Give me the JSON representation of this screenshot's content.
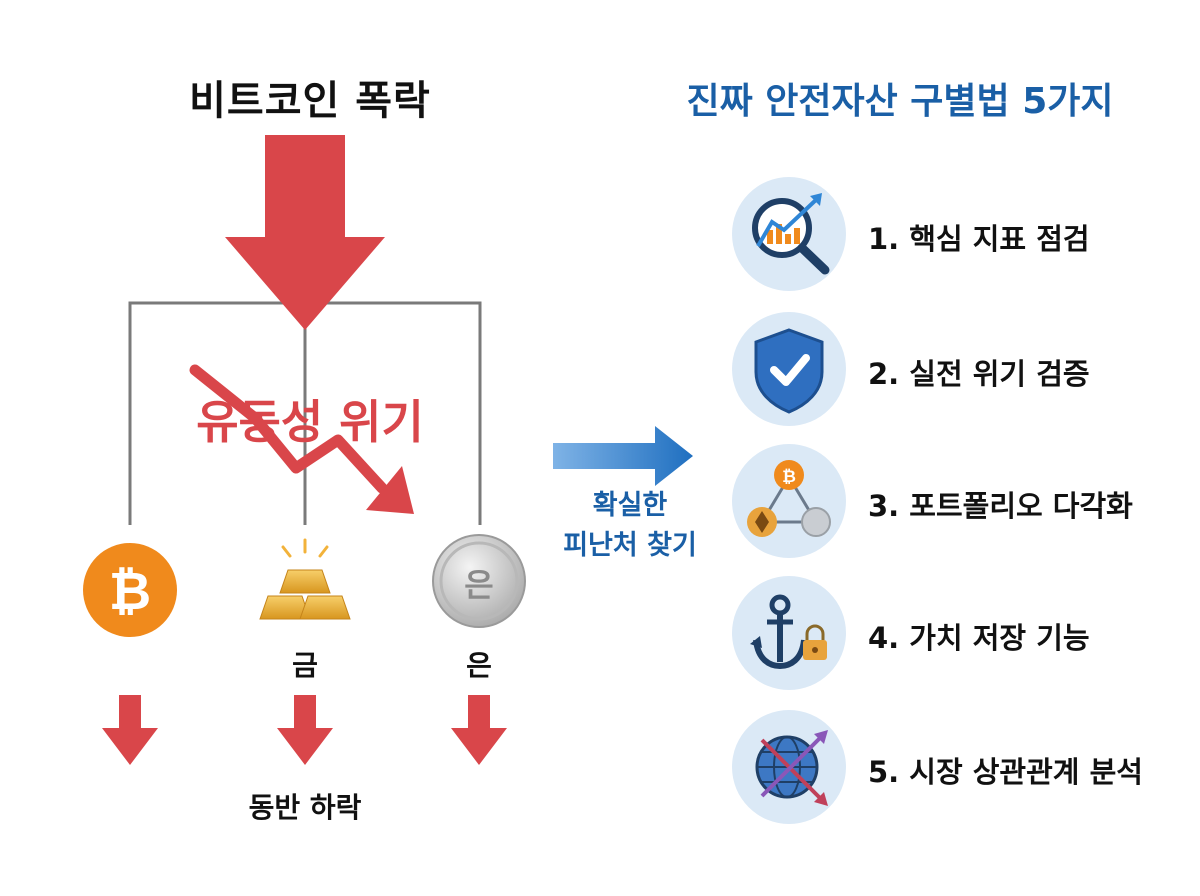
{
  "left": {
    "title": "비트코인 폭락",
    "crisis_text": "유동성 위기",
    "assets": [
      {
        "name": "bitcoin",
        "label": ""
      },
      {
        "name": "gold",
        "label": "금"
      },
      {
        "name": "silver",
        "label": "은",
        "coin_text": "은"
      }
    ],
    "fall_label": "동반 하락"
  },
  "middle": {
    "cta_line1": "확실한",
    "cta_line2": "피난처 찾기"
  },
  "right": {
    "title": "진짜 안전자산 구별법 5가지",
    "items": [
      {
        "label": "1. 핵심 지표 점검",
        "icon": "magnifier-chart-icon"
      },
      {
        "label": "2. 실전 위기 검증",
        "icon": "shield-check-icon"
      },
      {
        "label": "3. 포트폴리오 다각화",
        "icon": "portfolio-network-icon"
      },
      {
        "label": "4. 가치 저장 기능",
        "icon": "anchor-lock-icon"
      },
      {
        "label": "5. 시장 상관관계 분석",
        "icon": "globe-crossing-arrows-icon"
      }
    ]
  },
  "colors": {
    "red": "#d9464a",
    "blue": "#1a5fa6",
    "icon_bg": "#dbe9f6",
    "gold": "#e8a33c",
    "bitcoin": "#f08a1c"
  }
}
